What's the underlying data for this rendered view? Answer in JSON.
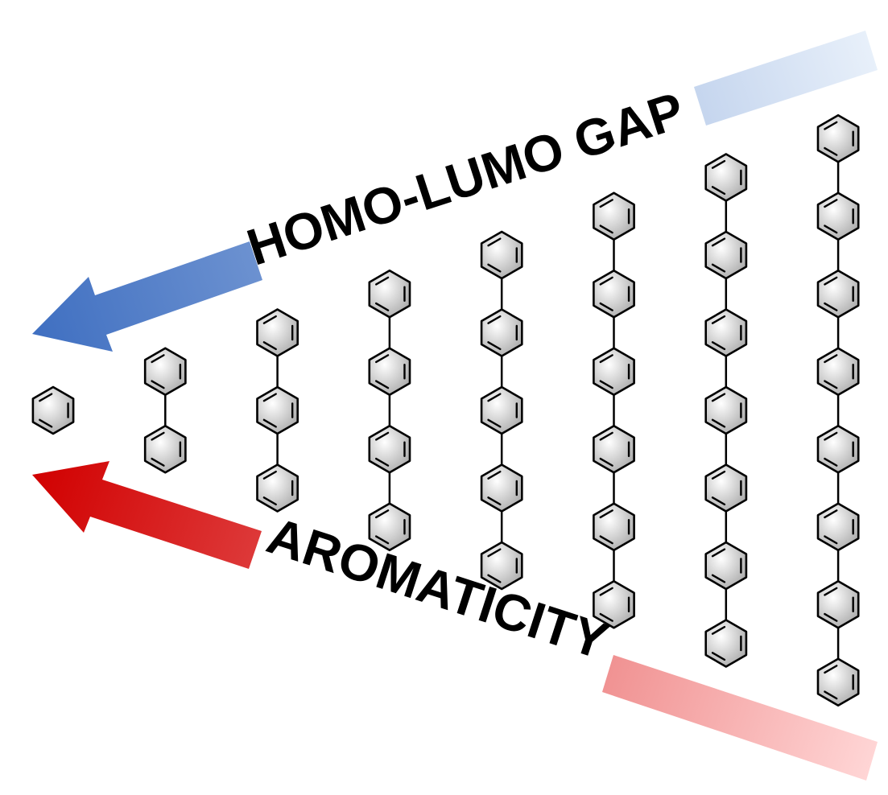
{
  "labels": {
    "top": "HOMO-LUMO GAP",
    "bottom": "AROMATICITY"
  },
  "colors": {
    "top_arrow_dark": "#3f6fc1",
    "top_arrow_light": "#e8f0fa",
    "bottom_arrow_dark": "#d10000",
    "bottom_arrow_light": "#ffd6d6",
    "ring_fill_light": "#ffffff",
    "ring_fill_dark": "#a8a8a8",
    "ring_stroke": "#000000"
  },
  "molecules": [
    {
      "rings": 1
    },
    {
      "rings": 2
    },
    {
      "rings": 3
    },
    {
      "rings": 4
    },
    {
      "rings": 5
    },
    {
      "rings": 6
    },
    {
      "rings": 7
    },
    {
      "rings": 8
    }
  ],
  "icons": {
    "top_arrow": "arrow-left-icon",
    "bottom_arrow": "arrow-left-icon",
    "ring": "benzene-ring-icon"
  }
}
